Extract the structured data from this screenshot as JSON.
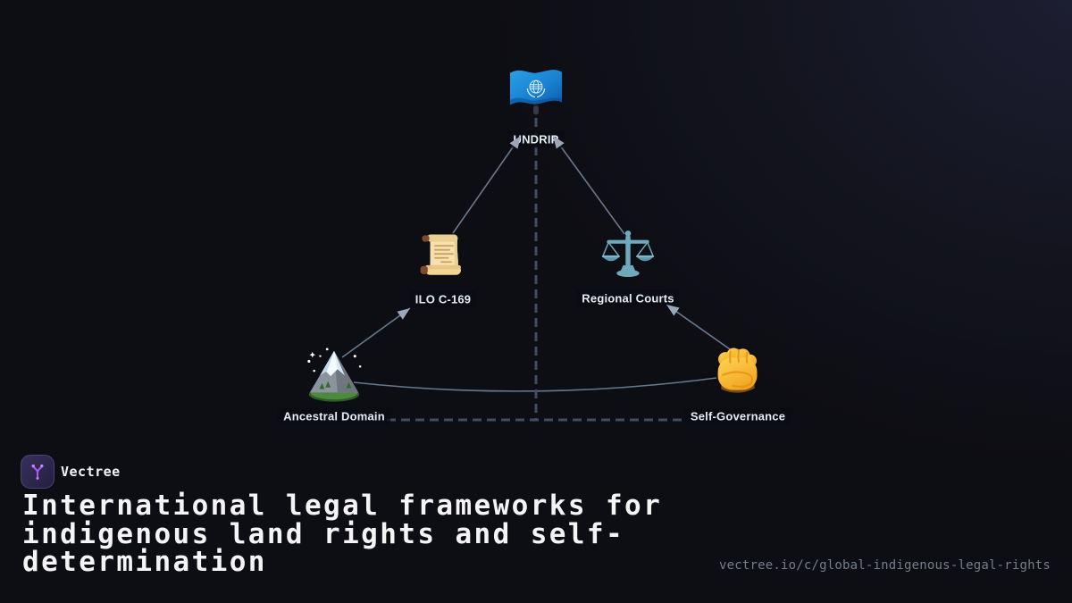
{
  "brand": {
    "name": "Vectree"
  },
  "title": {
    "full": "International legal frameworks for indigenous land rights and self-determination",
    "lines": [
      "International legal frameworks for",
      "indigenous land rights and self-",
      "determination"
    ]
  },
  "footer": {
    "url": "vectree.io/c/global-indigenous-legal-rights"
  },
  "diagram": {
    "nodes": [
      {
        "id": "undrip",
        "label": "UNDRIP",
        "icon": "un-flag"
      },
      {
        "id": "ilo-c169",
        "label": "ILO C-169",
        "icon": "scroll"
      },
      {
        "id": "regional-courts",
        "label": "Regional Courts",
        "icon": "balance-scale"
      },
      {
        "id": "ancestral-domain",
        "label": "Ancestral Domain",
        "icon": "snow-capped-mountain"
      },
      {
        "id": "self-governance",
        "label": "Self-Governance",
        "icon": "raised-fist"
      }
    ],
    "edges": [
      {
        "from": "ilo-c169",
        "to": "undrip",
        "style": "solid",
        "arrow": true
      },
      {
        "from": "regional-courts",
        "to": "undrip",
        "style": "solid",
        "arrow": true
      },
      {
        "from": "ancestral-domain",
        "to": "ilo-c169",
        "style": "solid",
        "arrow": true
      },
      {
        "from": "self-governance",
        "to": "regional-courts",
        "style": "solid",
        "arrow": true
      },
      {
        "from": "ancestral-domain",
        "to": "self-governance",
        "style": "curve",
        "arrow": false
      },
      {
        "from": "undrip",
        "to": "baseline",
        "style": "dashed",
        "arrow": false
      },
      {
        "from": "ancestral-domain",
        "to": "self-governance",
        "style": "dashed",
        "arrow": false
      }
    ],
    "colors": {
      "edge": "#8094ab",
      "dashed": "#404d66",
      "arrow": "#9aa6ba",
      "label_text": "#e7ebf2",
      "accent": "#a855f7"
    }
  }
}
